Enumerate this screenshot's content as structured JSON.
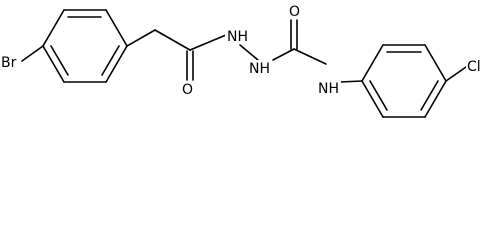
{
  "diagram": {
    "type": "chemical-structure",
    "atom_labels": {
      "bromine": "Br",
      "carbonyl_oxygen_left": "O",
      "hydrazide_nh_1": "NH",
      "hydrazide_nh_2": "NH",
      "carbonyl_oxygen_right": "O",
      "amide_nh": "NH",
      "chlorine": "Cl"
    }
  }
}
